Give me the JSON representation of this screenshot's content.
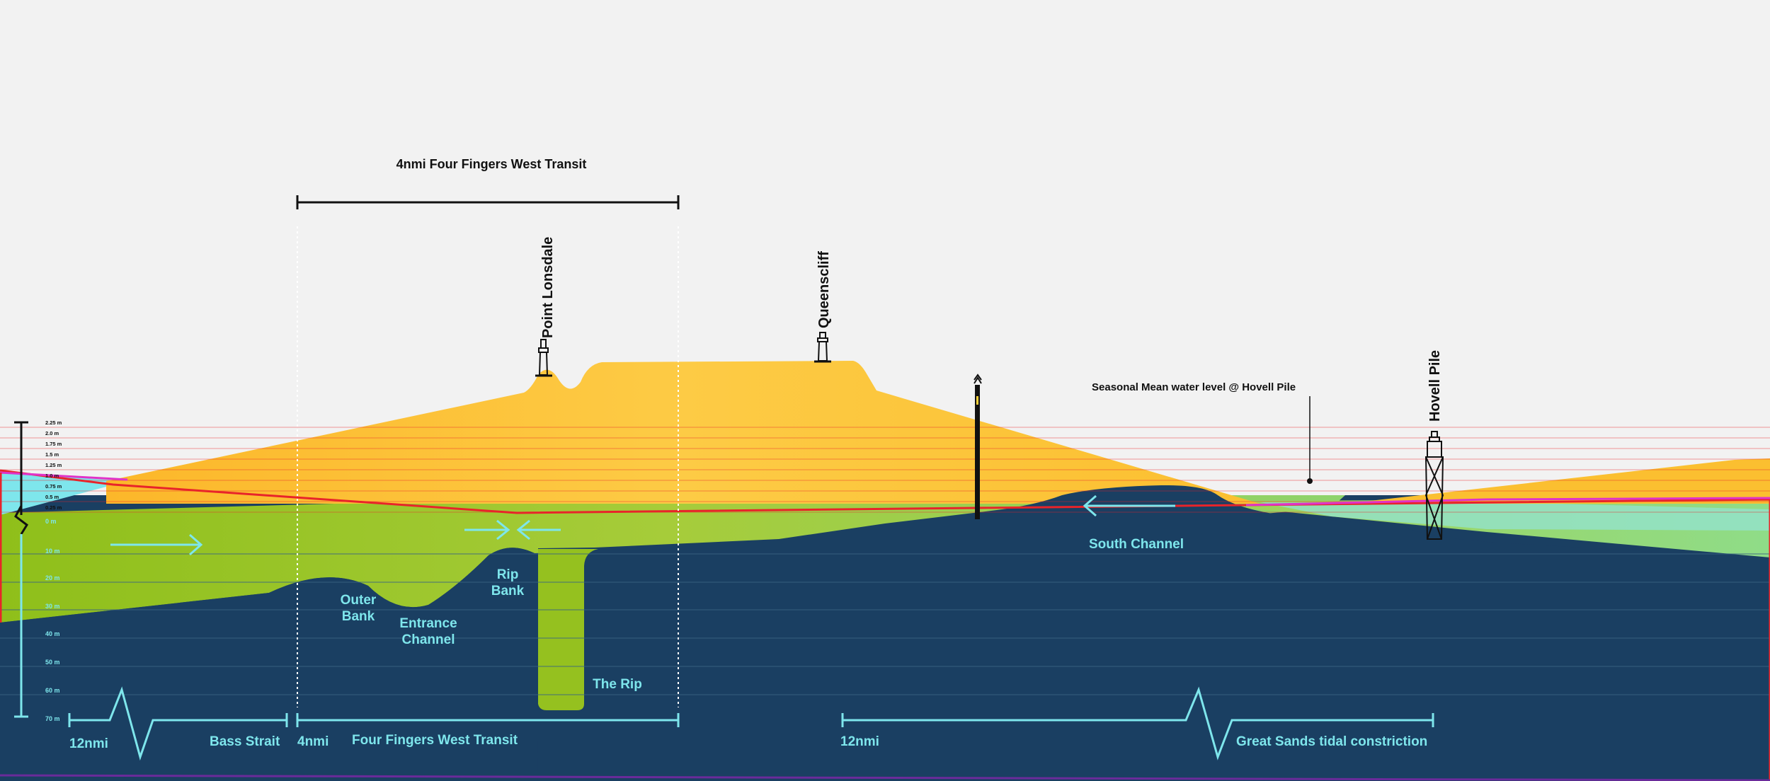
{
  "title": "4nmi Four Fingers West Transit",
  "annotation": "Seasonal Mean water level @ Hovell Pile",
  "landmarks": {
    "point_lonsdale": "Point Lonsdale",
    "queenscliff": "Queenscliff",
    "hovell_pile": "Hovell Pile"
  },
  "features": {
    "outer_bank": [
      "Outer",
      "Bank"
    ],
    "entrance_channel": [
      "Entrance",
      "Channel"
    ],
    "rip_bank": [
      "Rip",
      "Bank"
    ],
    "the_rip": "The Rip",
    "south_channel": "South Channel"
  },
  "tide_scale": [
    "2.25 m",
    "2.0 m",
    "1.75 m",
    "1.5 m",
    "1.25 m",
    "1.0 m",
    "0.75 m",
    "0.5 m",
    "0.25 m"
  ],
  "depth_scale": [
    "0 m",
    "10 m",
    "20 m",
    "30 m",
    "40 m",
    "50 m",
    "60 m",
    "70 m"
  ],
  "bottom": {
    "left_distance": "12nmi",
    "bass_strait": "Bass Strait",
    "transit_distance": "4nmi",
    "transit_name": "Four Fingers West Transit",
    "right_distance": "12nmi",
    "great_sands": "Great Sands tidal constriction"
  },
  "colors": {
    "background": "#f2f2f2",
    "deep_water": "#1a3f62",
    "shallow_green": "#95c11f",
    "land": "#fbc43b",
    "cyan": "#7ee6ec",
    "red_line": "#e8242a",
    "magenta_line": "#e033c8"
  }
}
